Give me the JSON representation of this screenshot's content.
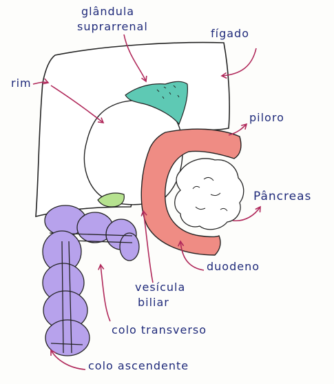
{
  "labels": {
    "adrenal_line1": "glândula",
    "adrenal_line2": "suprarrenal",
    "liver": "fígado",
    "kidney": "rim",
    "pylorus": "piloro",
    "pancreas": "Pâncreas",
    "duodenum": "duodeno",
    "gallbladder_line1": "vesícula",
    "gallbladder_line2": "biliar",
    "transverse_colon": "colo transverso",
    "ascending_colon": "colo ascendente"
  },
  "colors": {
    "ink": "#1f2a7a",
    "arrow": "#b0285a",
    "outline": "#222222",
    "adrenal": "#5ec9b4",
    "duodenum": "#ef8c84",
    "colon": "#b7a2ec",
    "gallbladder": "#b6e28f",
    "pancreas": "#ffffff"
  }
}
